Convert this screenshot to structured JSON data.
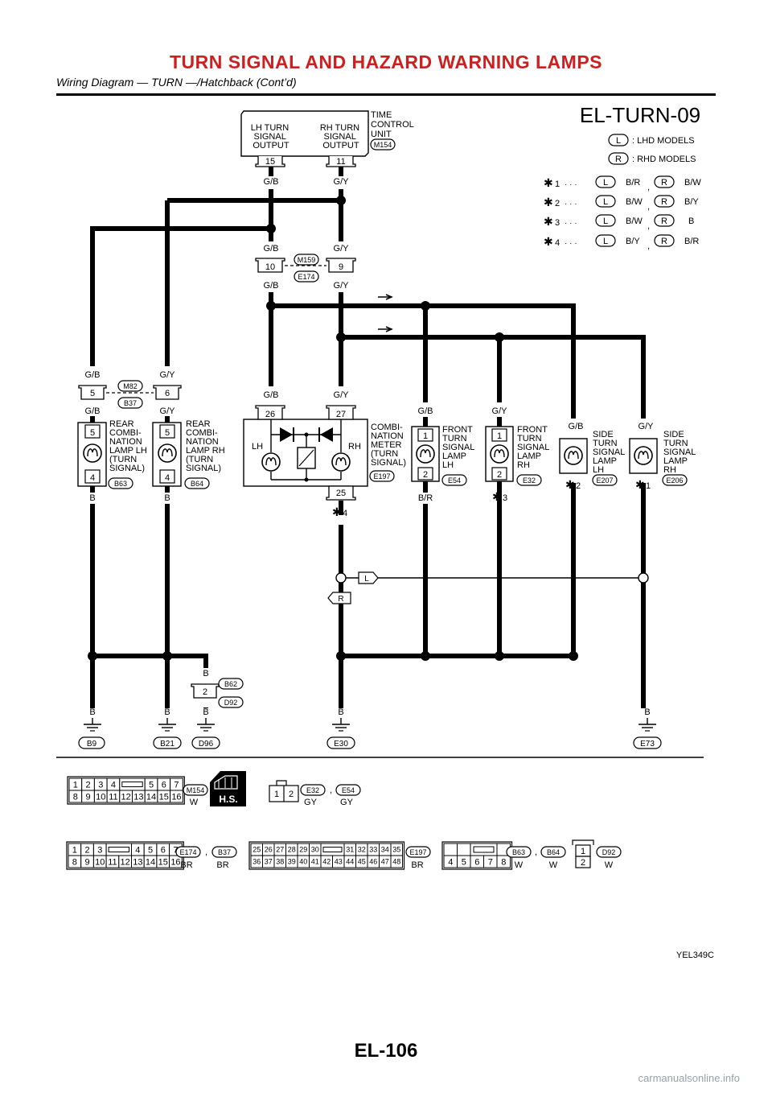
{
  "header": {
    "title": "TURN SIGNAL AND HAZARD WARNING LAMPS",
    "subtitle": "Wiring Diagram — TURN —/Hatchback (Cont’d)"
  },
  "diagram": {
    "code": "EL-TURN-09",
    "ref": "YEL349C",
    "legend": [
      {
        "tag": "L",
        "text": ": LHD MODELS"
      },
      {
        "tag": "R",
        "text": ": RHD MODELS"
      }
    ],
    "notes": [
      {
        "mark": "1",
        "dots": "· · ·",
        "lhd": "B/R",
        "rhd": "B/W"
      },
      {
        "mark": "2",
        "dots": "· · ·",
        "lhd": "B/W",
        "rhd": "B/Y"
      },
      {
        "mark": "3",
        "dots": "· · ·",
        "lhd": "B/W",
        "rhd": "B"
      },
      {
        "mark": "4",
        "dots": "· · ·",
        "lhd": "B/Y",
        "rhd": "B/R"
      }
    ],
    "tcu": {
      "name_lines": [
        "TIME",
        "CONTROL",
        "UNIT"
      ],
      "lh_lines": [
        "LH TURN",
        "SIGNAL",
        "OUTPUT"
      ],
      "rh_lines": [
        "RH TURN",
        "SIGNAL",
        "OUTPUT"
      ],
      "connector": "M154",
      "pin_lh": "15",
      "pin_rh": "11"
    },
    "wire_gb": "G/B",
    "wire_gy": "G/Y",
    "wire_b": "B",
    "wire_br": "B/R",
    "joint1": {
      "pin_left": "10",
      "pin_right": "9",
      "conn_top": "M159",
      "conn_bottom": "E174"
    },
    "joint2": {
      "pin_left": "5",
      "pin_right": "6",
      "conn_top": "M82",
      "conn_bottom": "B37"
    },
    "joint3": {
      "pin": "2",
      "conn_top": "B62",
      "conn_bottom": "D92"
    },
    "rear_lh": {
      "lines": [
        "REAR",
        "COMBI-",
        "NATION",
        "LAMP LH",
        "(TURN",
        "SIGNAL)"
      ],
      "pin_top": "5",
      "pin_bottom": "4",
      "conn": "B63"
    },
    "rear_rh": {
      "lines": [
        "REAR",
        "COMBI-",
        "NATION",
        "LAMP RH",
        "(TURN",
        "SIGNAL)"
      ],
      "pin_top": "5",
      "pin_bottom": "4",
      "conn": "B64"
    },
    "meter": {
      "lines": [
        "COMBI-",
        "NATION",
        "METER",
        "(TURN",
        "SIGNAL)"
      ],
      "pin_lh": "26",
      "pin_rh": "27",
      "pin_gnd": "25",
      "conn": "E197",
      "label_lh": "LH",
      "label_rh": "RH",
      "note": "4"
    },
    "front_lh": {
      "lines": [
        "FRONT",
        "TURN",
        "SIGNAL",
        "LAMP",
        "LH"
      ],
      "pin_top": "1",
      "pin_bottom": "2",
      "conn": "E54"
    },
    "front_rh": {
      "lines": [
        "FRONT",
        "TURN",
        "SIGNAL",
        "LAMP",
        "RH"
      ],
      "pin_top": "1",
      "pin_bottom": "2",
      "conn": "E32",
      "note": "3"
    },
    "side_lh": {
      "lines": [
        "SIDE",
        "TURN",
        "SIGNAL",
        "LAMP",
        "LH"
      ],
      "conn": "E207",
      "note": "2"
    },
    "side_rh": {
      "lines": [
        "SIDE",
        "TURN",
        "SIGNAL",
        "LAMP",
        "RH"
      ],
      "conn": "E206",
      "note": "1"
    },
    "grounds": [
      "B9",
      "B21",
      "D96",
      "E30",
      "E73"
    ],
    "tag_l": "L",
    "tag_r": "R"
  },
  "connectors": {
    "m154": {
      "row1": [
        "1",
        "2",
        "3",
        "4",
        "",
        "5",
        "6",
        "7"
      ],
      "row2": [
        "8",
        "9",
        "10",
        "11",
        "12",
        "13",
        "14",
        "15",
        "16"
      ],
      "name": "M154",
      "color": "W",
      "hs": "H.S."
    },
    "e32": {
      "pins": [
        "1",
        "2"
      ],
      "names": [
        "E32",
        "E54"
      ],
      "sep": ",",
      "colors": [
        "GY",
        "GY"
      ]
    },
    "e174": {
      "row1": [
        "1",
        "2",
        "3",
        "",
        "4",
        "5",
        "6",
        "7"
      ],
      "row2": [
        "8",
        "9",
        "10",
        "11",
        "12",
        "13",
        "14",
        "15",
        "16"
      ],
      "names": [
        "E174",
        "B37"
      ],
      "sep": ",",
      "colors": [
        "BR",
        "BR"
      ]
    },
    "e197": {
      "row1": [
        "25",
        "26",
        "27",
        "28",
        "29",
        "30",
        "",
        "31",
        "32",
        "33",
        "34",
        "35"
      ],
      "row2": [
        "36",
        "37",
        "38",
        "39",
        "40",
        "41",
        "42",
        "43",
        "44",
        "45",
        "46",
        "47",
        "48"
      ],
      "name": "E197",
      "color": "BR"
    },
    "b63": {
      "row2": [
        "4",
        "5",
        "6",
        "7",
        "8"
      ],
      "names": [
        "B63",
        "B64"
      ],
      "sep": ",",
      "colors": [
        "W",
        "W"
      ]
    },
    "d92": {
      "pins": [
        "1",
        "2"
      ],
      "name": "D92",
      "color": "W"
    }
  },
  "footer": {
    "page": "EL-106",
    "watermark": "carmanualsonline.info"
  }
}
